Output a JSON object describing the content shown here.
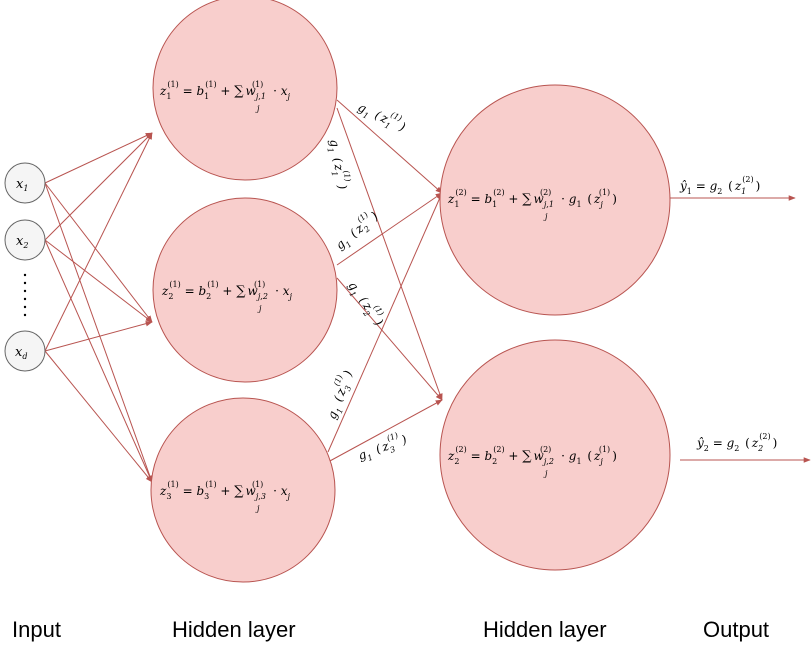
{
  "captions": {
    "input": "Input",
    "hidden1": "Hidden layer",
    "hidden2": "Hidden layer",
    "output": "Output"
  },
  "inputs": [
    {
      "var": "x",
      "sub": "1"
    },
    {
      "var": "x",
      "sub": "2"
    },
    {
      "var": "x",
      "sub": "d"
    }
  ],
  "hidden1": [
    {
      "lhs_sub": "1",
      "lhs_sup": "(1)",
      "b_sub": "1",
      "b_sup": "(1)",
      "w_sub": "j,1",
      "w_sup": "(1)",
      "x_sub": "j"
    },
    {
      "lhs_sub": "2",
      "lhs_sup": "(1)",
      "b_sub": "2",
      "b_sup": "(1)",
      "w_sub": "j,2",
      "w_sup": "(1)",
      "x_sub": "j"
    },
    {
      "lhs_sub": "3",
      "lhs_sup": "(1)",
      "b_sub": "3",
      "b_sup": "(1)",
      "w_sub": "j,3",
      "w_sup": "(1)",
      "x_sub": "j"
    }
  ],
  "hidden2": [
    {
      "lhs_sub": "1",
      "lhs_sup": "(2)",
      "b_sub": "1",
      "b_sup": "(2)",
      "w_sub": "j,1",
      "w_sup": "(2)",
      "z_sub": "j",
      "z_sup": "(1)"
    },
    {
      "lhs_sub": "2",
      "lhs_sup": "(2)",
      "b_sub": "2",
      "b_sup": "(2)",
      "w_sub": "j,2",
      "w_sup": "(2)",
      "z_sub": "j",
      "z_sup": "(1)"
    }
  ],
  "outputs": [
    {
      "y_sub": "1",
      "z_sub": "1",
      "z_sup": "(2)"
    },
    {
      "y_sub": "2",
      "z_sub": "2",
      "z_sup": "(2)"
    }
  ],
  "edge_labels": [
    {
      "id": "g1z1-a",
      "z_sub": "1",
      "z_sup": "(1)"
    },
    {
      "id": "g1z1-b",
      "z_sub": "1",
      "z_sup": "(1)"
    },
    {
      "id": "g1z2-a",
      "z_sub": "2",
      "z_sup": "(1)"
    },
    {
      "id": "g1z2-b",
      "z_sub": "2",
      "z_sup": "(1)"
    },
    {
      "id": "g1z3-a",
      "z_sub": "3",
      "z_sup": "(1)"
    },
    {
      "id": "g1z3-b",
      "z_sub": "3",
      "z_sup": "(1)"
    }
  ],
  "symbols": {
    "eq": "=",
    "plus": "+",
    "dot": "·",
    "sum": "∑",
    "z": "z",
    "b": "b",
    "w": "w",
    "x": "x",
    "g": "g",
    "g_sub1": "1",
    "g_sub2": "2",
    "yhat": "ŷ",
    "lparen": "(",
    "rparen": ")"
  },
  "colors": {
    "hidden_fill": "#f8cecc",
    "hidden_stroke": "#b85450",
    "input_fill": "#f5f5f5",
    "input_stroke": "#666666",
    "edge": "#b85450"
  }
}
